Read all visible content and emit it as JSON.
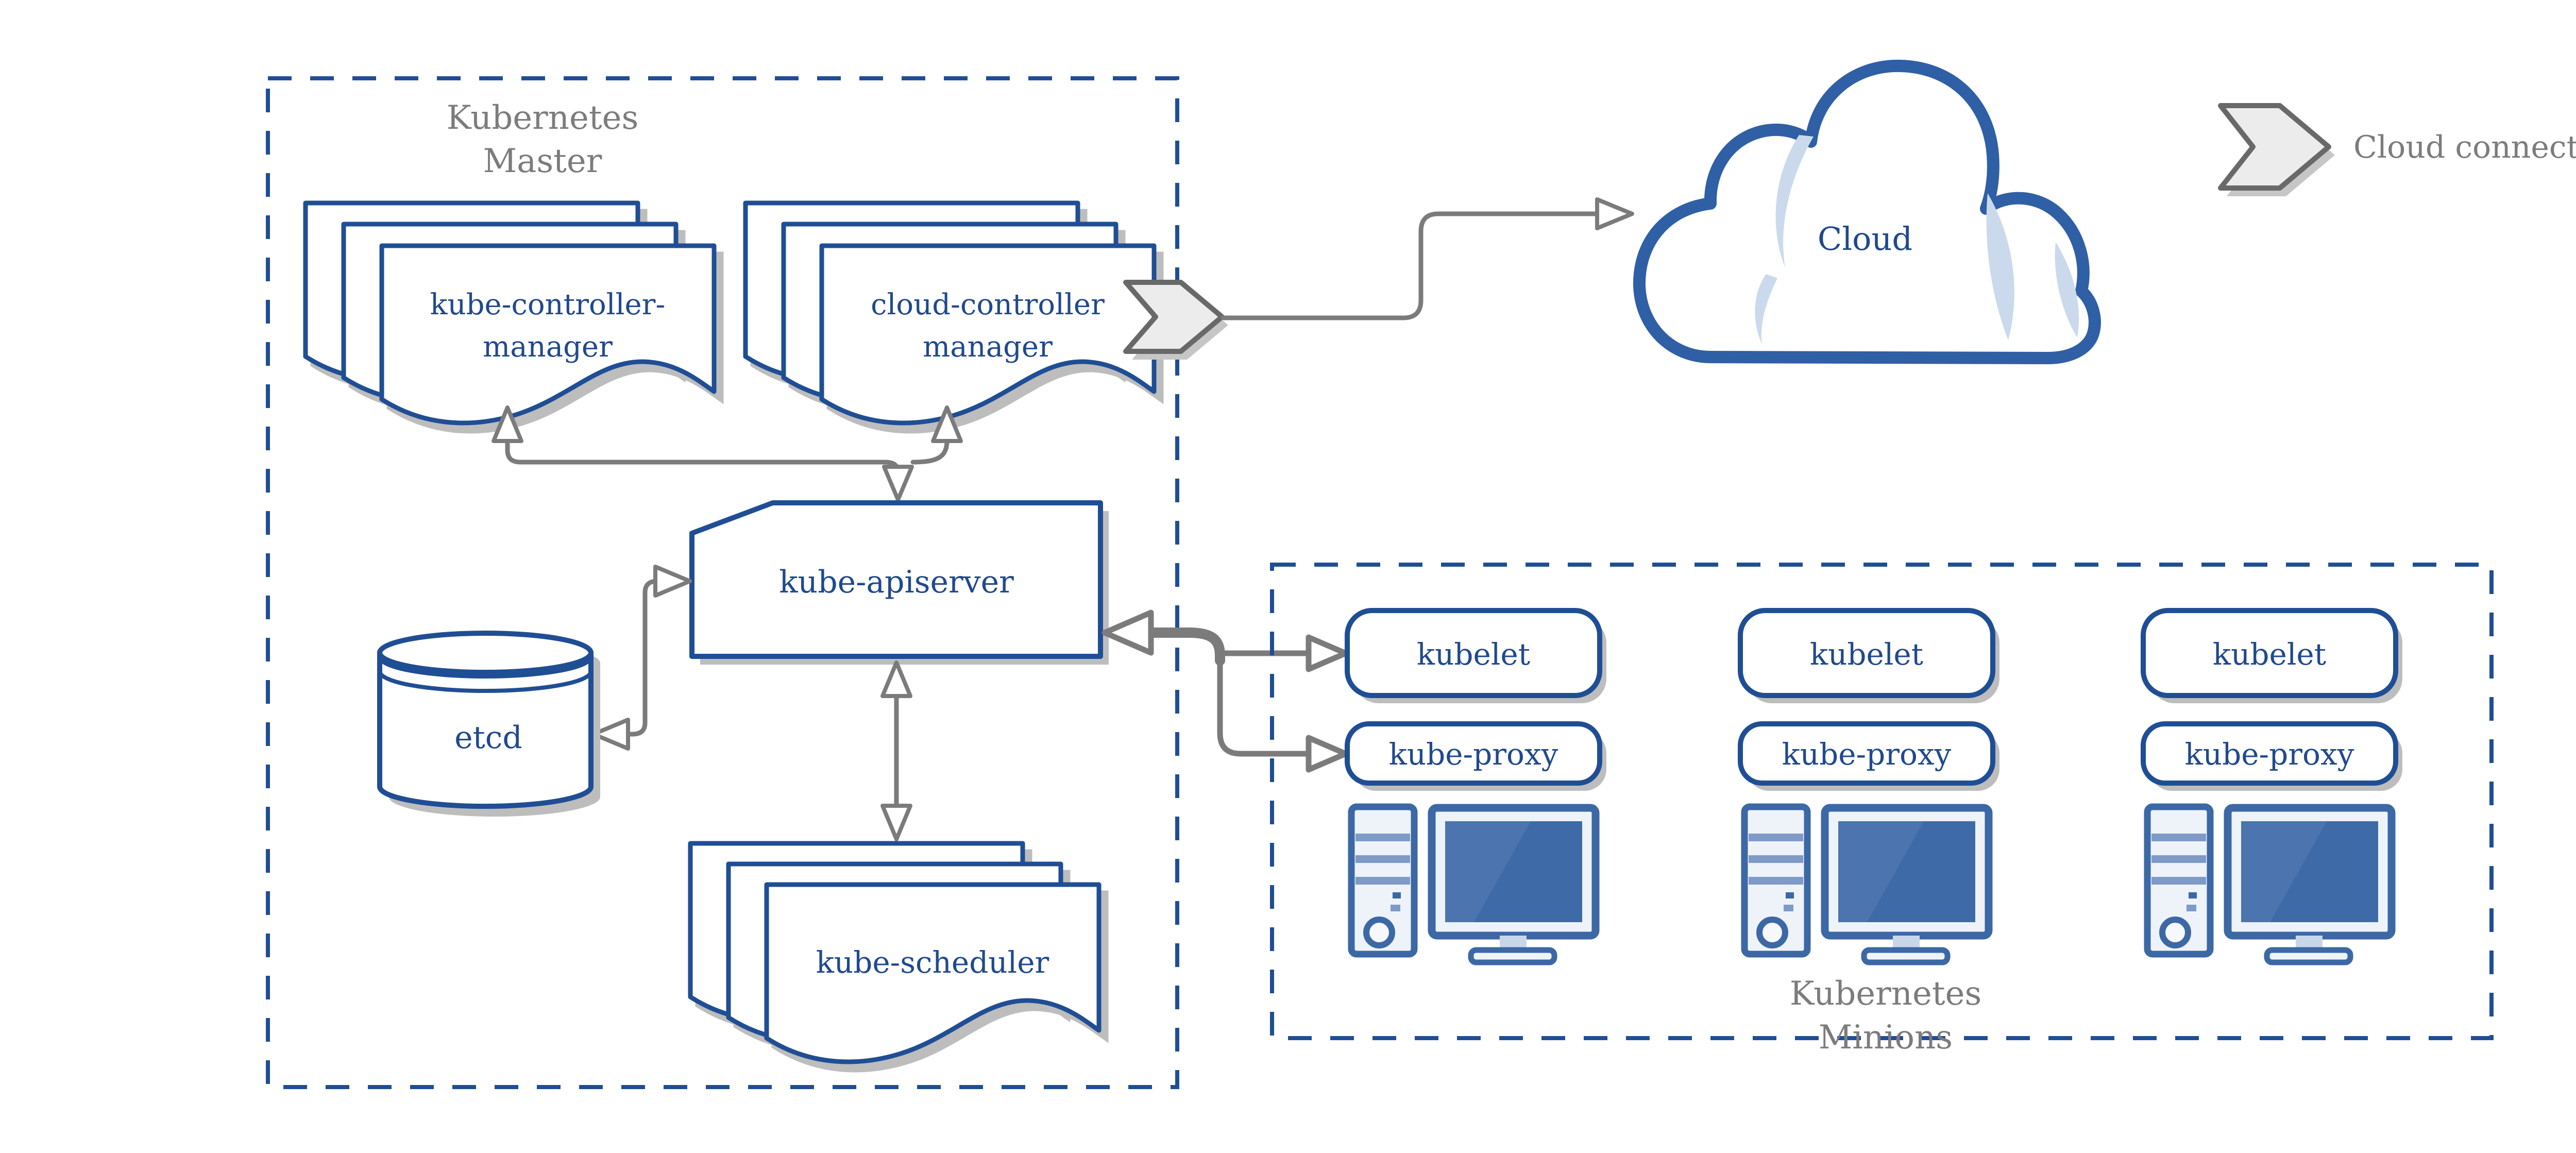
{
  "master": {
    "line1": "Kubernetes",
    "line2": "Master"
  },
  "components": {
    "kube_controller_manager": {
      "line1": "kube-controller-",
      "line2": "manager"
    },
    "cloud_controller_manager": {
      "line1": "cloud-controller",
      "line2": "manager"
    },
    "kube_apiserver": {
      "label": "kube-apiserver"
    },
    "etcd": {
      "label": "etcd"
    },
    "kube_scheduler": {
      "label": "kube-scheduler"
    }
  },
  "cloud": {
    "label": "Cloud"
  },
  "legend": {
    "label": "Cloud connector",
    "icon": "cloud-connector-icon"
  },
  "minions": {
    "line1": "Kubernetes",
    "line2": "Minions",
    "nodes": [
      {
        "kubelet_label": "kubelet",
        "kube_proxy_label": "kube-proxy",
        "icon": "desktop-computer-icon"
      },
      {
        "kubelet_label": "kubelet",
        "kube_proxy_label": "kube-proxy",
        "icon": "desktop-computer-icon"
      },
      {
        "kubelet_label": "kubelet",
        "kube_proxy_label": "kube-proxy",
        "icon": "desktop-computer-icon"
      }
    ]
  },
  "colors": {
    "primary_blue": "#1F4E94",
    "text_blue": "#20498E",
    "cloud_blue": "#2F5FA5",
    "crescent_blue": "#CBD9EC",
    "computer_blue": "#3C68A5",
    "screen_blue": "#3E6BA8",
    "stripe_blue": "#7E9AC6",
    "gray_connector": "#7B7B7B",
    "gray_text": "#7C7C7C",
    "shadow_gray": "#BDBDBD",
    "chevron_fill": "#ECECEC",
    "chevron_border": "#696969"
  }
}
